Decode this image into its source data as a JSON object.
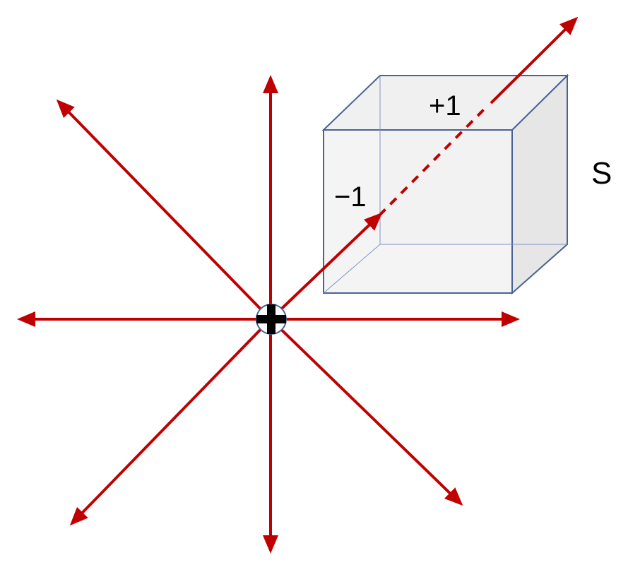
{
  "labels": {
    "plus_one": "+1",
    "minus_one": "−1",
    "surface": "S"
  },
  "icons": {
    "charge": "positive-charge-icon"
  },
  "colors": {
    "field_line": "#c00000",
    "cube_edge": "#4a6296",
    "cube_face": "#f2f2f2",
    "cube_side": "#e6e6e6",
    "text": "#000000"
  }
}
